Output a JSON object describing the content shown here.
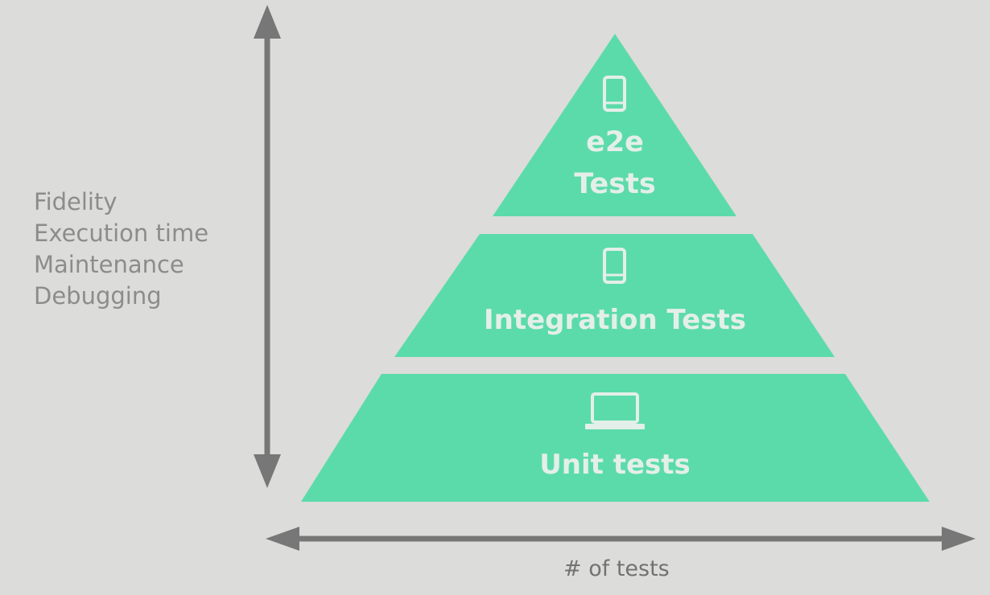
{
  "pyramid": {
    "tiers": [
      {
        "name": "e2e-tests",
        "lines": [
          "e2e",
          "Tests"
        ],
        "icon": "phone-icon"
      },
      {
        "name": "integration-tests",
        "lines": [
          "Integration Tests"
        ],
        "icon": "phone-icon"
      },
      {
        "name": "unit-tests",
        "lines": [
          "Unit tests"
        ],
        "icon": "laptop-icon"
      }
    ],
    "color": "#5cdbaa"
  },
  "vertical_axis": {
    "attributes": [
      "Fidelity",
      "Execution time",
      "Maintenance",
      "Debugging"
    ]
  },
  "horizontal_axis": {
    "label": "# of tests"
  },
  "colors": {
    "background": "#dcdcda",
    "arrow": "#777777",
    "label_text": "#8c8c8c"
  }
}
